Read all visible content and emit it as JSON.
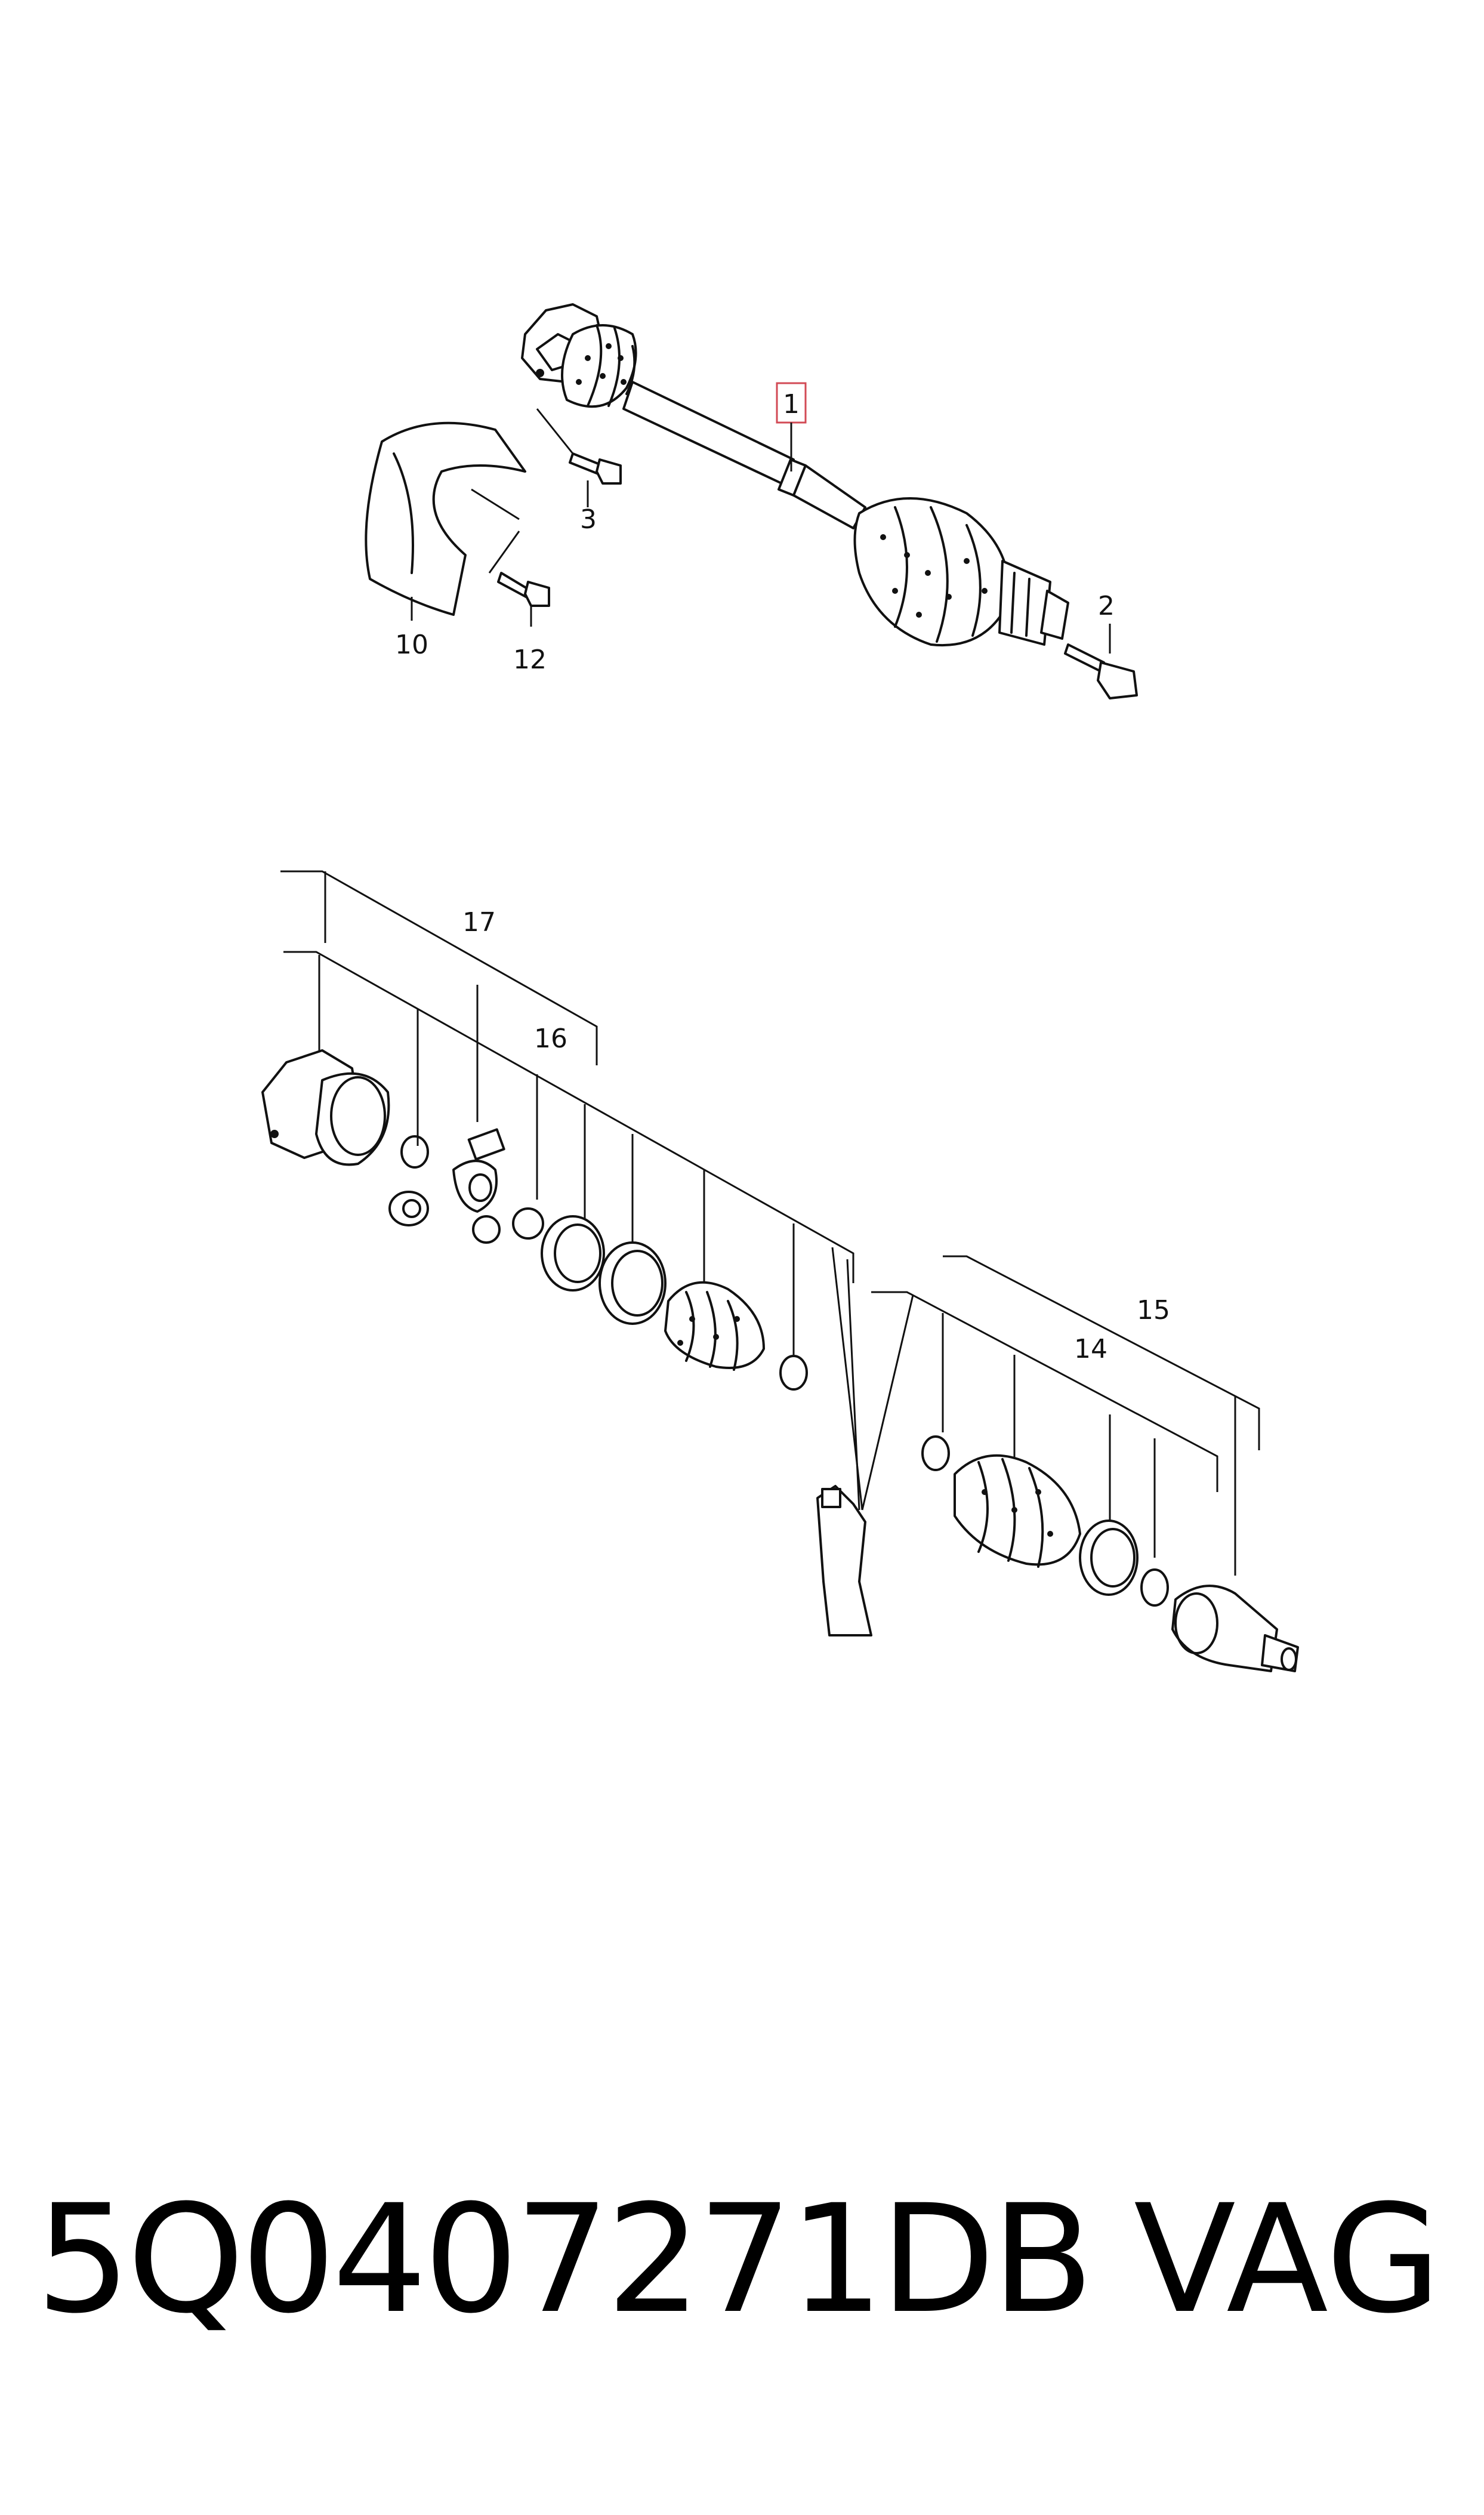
{
  "callouts": {
    "c1": "1",
    "c2": "2",
    "c3": "3",
    "c10": "10",
    "c12": "12",
    "c14": "14",
    "c15": "15",
    "c16": "16",
    "c17": "17"
  },
  "footer": {
    "part_number": "5Q0407271DB",
    "brand": "VAG"
  },
  "colors": {
    "line": "#111111",
    "highlight": "#d24a55",
    "background": "#ffffff"
  }
}
